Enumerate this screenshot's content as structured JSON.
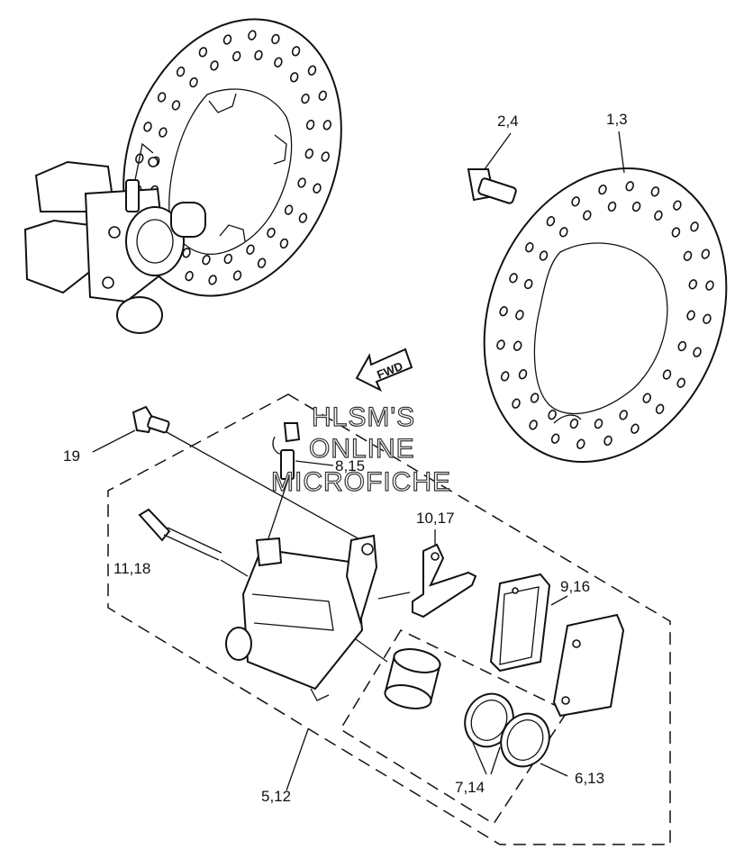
{
  "labels": {
    "screw_2_4": "2,4",
    "disc_1_3": "1,3",
    "bolt_19": "19",
    "bleed_8_15": "8,15",
    "clip_10_17": "10,17",
    "pin_11_18": "11,18",
    "pad_9_16": "9,16",
    "seal_7_14": "7,14",
    "seal_6_13": "6,13",
    "caliper_5_12": "5,12"
  },
  "fwd_arrow": "FWD",
  "watermark": [
    "HLSM'S",
    "ONLINE",
    "MICROFICHE"
  ]
}
